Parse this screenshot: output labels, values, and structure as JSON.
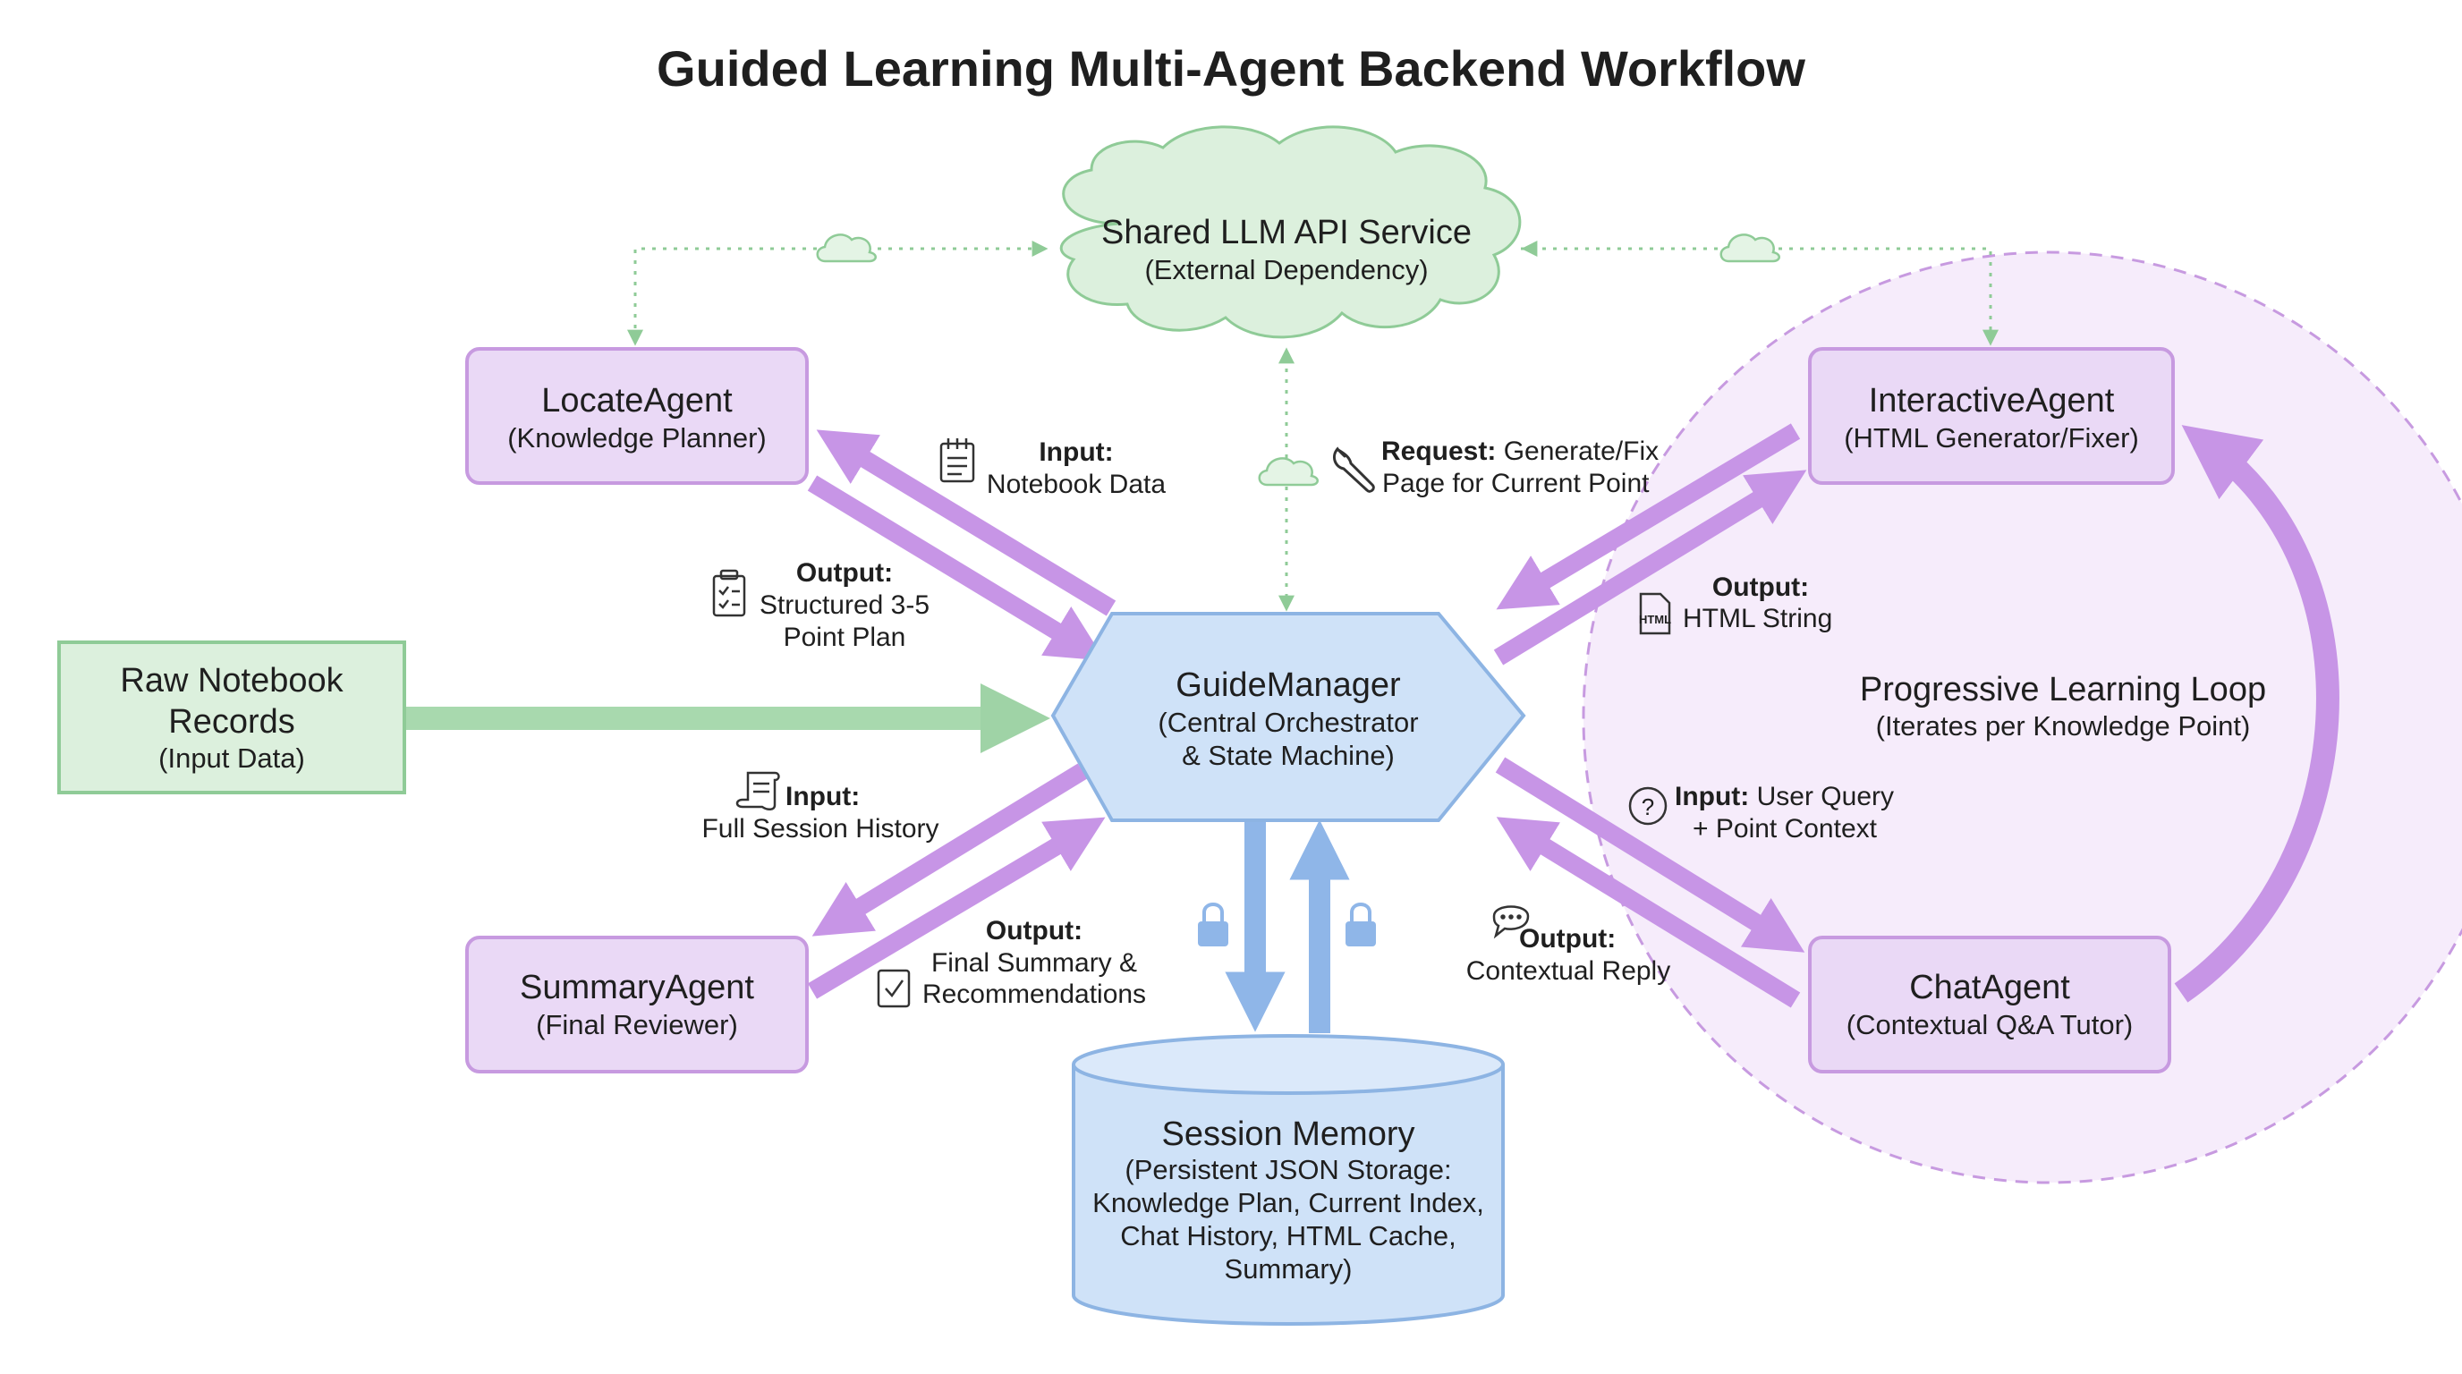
{
  "title": "Guided Learning Multi-Agent Backend Workflow",
  "colors": {
    "purple_fill": "#ead9f6",
    "purple_stroke": "#c79ae0",
    "purple_arrow": "#c795e6",
    "green_fill": "#dcf0dd",
    "green_stroke": "#8fcb97",
    "blue_fill": "#cfe2f8",
    "blue_stroke": "#8db4e3",
    "blue_arrow": "#8fb6e8",
    "loop_fill": "#f6ecfb"
  },
  "nodes": {
    "llm": {
      "title": "Shared LLM API Service",
      "sub": "(External Dependency)"
    },
    "locate": {
      "title": "LocateAgent",
      "sub": "(Knowledge Planner)"
    },
    "interactive": {
      "title": "InteractiveAgent",
      "sub": "(HTML Generator/Fixer)"
    },
    "raw": {
      "line1": "Raw Notebook",
      "line2": "Records",
      "sub": "(Input Data)"
    },
    "guide": {
      "title": "GuideManager",
      "sub1": "(Central Orchestrator",
      "sub2": "& State Machine)"
    },
    "summary": {
      "title": "SummaryAgent",
      "sub": "(Final Reviewer)"
    },
    "chat": {
      "title": "ChatAgent",
      "sub": "(Contextual Q&A Tutor)"
    },
    "memory": {
      "title": "Session Memory",
      "lines": [
        "(Persistent JSON Storage:",
        "Knowledge Plan, Current Index,",
        "Chat History, HTML Cache,",
        "Summary)"
      ]
    }
  },
  "loop": {
    "title": "Progressive Learning Loop",
    "sub": "(Iterates per Knowledge Point)"
  },
  "labels": {
    "locate_in": {
      "bold": "Input:",
      "text": "Notebook Data",
      "icon": "notepad-icon"
    },
    "locate_out": {
      "bold": "Output:",
      "line1": "Structured 3-5",
      "line2": "Point Plan",
      "icon": "clipboard-icon"
    },
    "interactive_req": {
      "bold": "Request:",
      "rest1": " Generate/Fix",
      "line2": "Page for Current Point",
      "icon": "wrench-icon"
    },
    "interactive_out": {
      "bold": "Output:",
      "text": "HTML String",
      "icon": "html-file-icon",
      "icon_text": "HTML"
    },
    "summary_in": {
      "bold": "Input:",
      "text": "Full Session History",
      "icon": "scroll-icon"
    },
    "summary_out": {
      "bold": "Output:",
      "line1": "Final Summary &",
      "line2": "Recommendations",
      "icon": "checklist-icon"
    },
    "chat_in": {
      "bold": "Input:",
      "rest1": " User Query",
      "line2": "+ Point Context",
      "icon": "question-icon",
      "icon_text": "?"
    },
    "chat_out": {
      "bold": "Output:",
      "text": "Contextual Reply",
      "icon": "speech-bubble-icon"
    }
  }
}
